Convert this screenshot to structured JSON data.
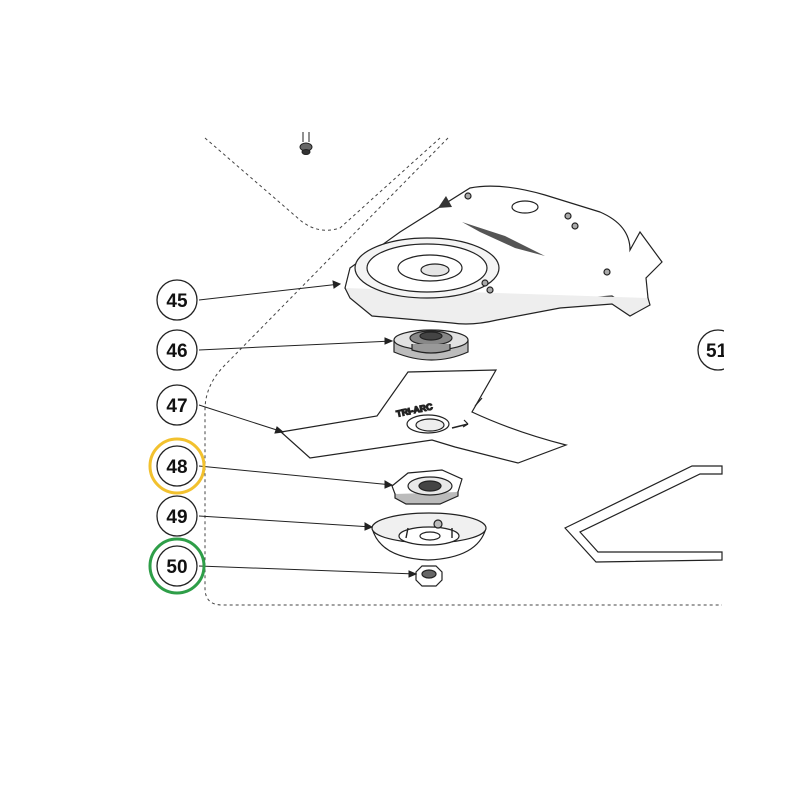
{
  "parts": [
    {
      "number": "45",
      "name": "blade-guard"
    },
    {
      "number": "46",
      "name": "upper-flange"
    },
    {
      "number": "47",
      "name": "three-tooth-blade",
      "logo": "TRI-ARC"
    },
    {
      "number": "48",
      "name": "blade-washer",
      "highlight": "#F2C12E"
    },
    {
      "number": "49",
      "name": "lower-cup"
    },
    {
      "number": "50",
      "name": "blade-nut",
      "highlight": "#2E9E48"
    },
    {
      "number": "51",
      "name": "adjacent-part-offpage"
    }
  ],
  "colors": {
    "line": "#222222",
    "fill": "#ffffff",
    "shade": "#dcdcdc",
    "dark": "#6f6f6f"
  }
}
